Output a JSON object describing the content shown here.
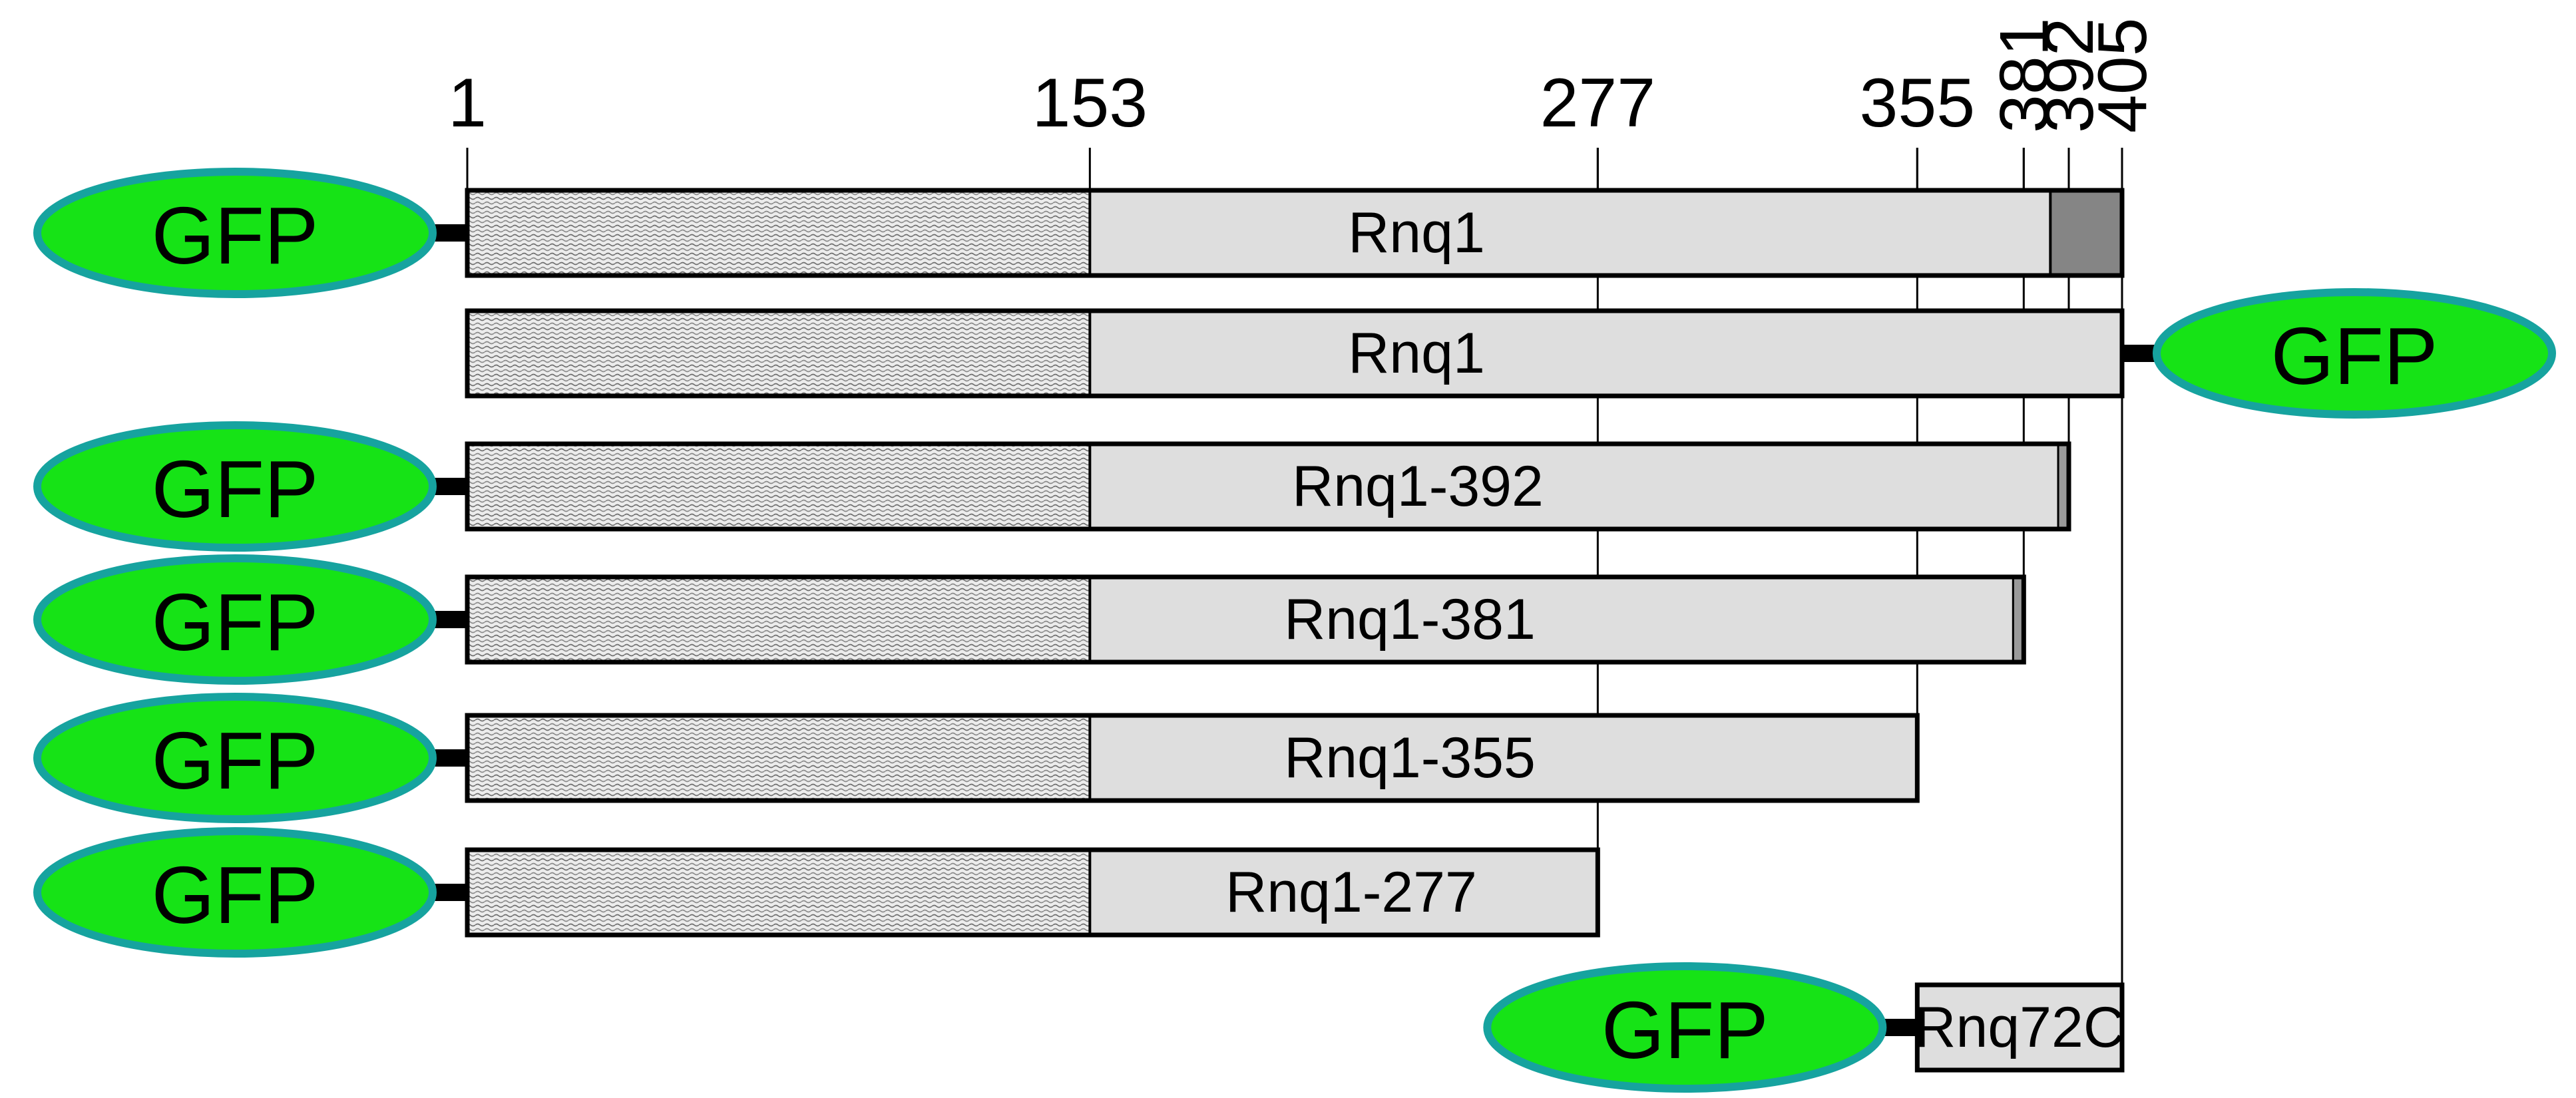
{
  "scale": {
    "min": 1,
    "max": 405
  },
  "ticks": [
    {
      "label": "1",
      "value": 1,
      "rotated": false
    },
    {
      "label": "153",
      "value": 153,
      "rotated": false
    },
    {
      "label": "277",
      "value": 277,
      "rotated": false
    },
    {
      "label": "355",
      "value": 355,
      "rotated": false
    },
    {
      "label": "381",
      "value": 381,
      "rotated": true
    },
    {
      "label": "392",
      "value": 392,
      "rotated": true
    },
    {
      "label": "405",
      "value": 405,
      "rotated": true
    }
  ],
  "guide_lines": [
    277,
    355,
    381,
    392,
    405
  ],
  "domains": {
    "nterm": {
      "start": 1,
      "end": 153,
      "color": "#e6e6e6",
      "pattern": "stipple"
    },
    "middle": {
      "color": "#dedede"
    },
    "cterm_tail": {
      "start": 381,
      "end": 405,
      "color": "#858585"
    },
    "stub": {
      "color": "#9a9a9a"
    }
  },
  "gfp": {
    "label": "GFP",
    "fill": "#16e316",
    "stroke": "#16a39f"
  },
  "constructs": [
    {
      "label": "Rnq1",
      "start": 1,
      "end": 405,
      "gfp": "left",
      "tail": "full"
    },
    {
      "label": "Rnq1",
      "start": 1,
      "end": 405,
      "gfp": "right",
      "tail": "none"
    },
    {
      "label": "Rnq1-392",
      "start": 1,
      "end": 392,
      "gfp": "left",
      "tail": "stub"
    },
    {
      "label": "Rnq1-381",
      "start": 1,
      "end": 381,
      "gfp": "left",
      "tail": "stub"
    },
    {
      "label": "Rnq1-355",
      "start": 1,
      "end": 355,
      "gfp": "left",
      "tail": "none"
    },
    {
      "label": "Rnq1-277",
      "start": 1,
      "end": 277,
      "gfp": "left",
      "tail": "none"
    },
    {
      "label": "Rnq72C",
      "start": 355,
      "end": 405,
      "gfp": "left",
      "tail": "none",
      "no_nterm": true
    }
  ]
}
